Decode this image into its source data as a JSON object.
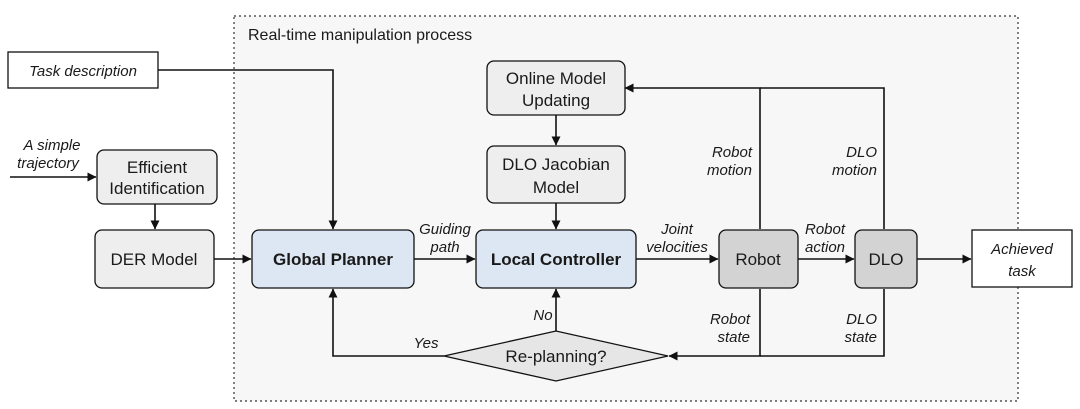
{
  "colors": {
    "process_bg": "#f7f7f7",
    "box_fill": "#eeeeee",
    "blue_fill": "#dde6f3",
    "dark_fill": "#d3d3d3",
    "white_fill": "#ffffff",
    "stroke": "#111111"
  },
  "process": {
    "title": "Real-time manipulation process"
  },
  "nodes": {
    "task_description": "Task description",
    "efficient_identification": [
      "Efficient",
      "Identification"
    ],
    "der_model": "DER Model",
    "global_planner": "Global Planner",
    "online_model_updating": [
      "Online Model",
      "Updating"
    ],
    "dlo_jacobian_model": [
      "DLO Jacobian",
      "Model"
    ],
    "local_controller": "Local Controller",
    "robot": "Robot",
    "dlo": "DLO",
    "achieved_task": [
      "Achieved",
      "task"
    ],
    "replanning": "Re-planning?"
  },
  "edge_labels": {
    "simple_trajectory": [
      "A simple",
      "trajectory"
    ],
    "guiding_path": [
      "Guiding",
      "path"
    ],
    "joint_velocities": [
      "Joint",
      "velocities"
    ],
    "robot_motion": [
      "Robot",
      "motion"
    ],
    "dlo_motion": [
      "DLO",
      "motion"
    ],
    "robot_action": [
      "Robot",
      "action"
    ],
    "robot_state": [
      "Robot",
      "state"
    ],
    "dlo_state": [
      "DLO",
      "state"
    ],
    "no": "No",
    "yes": "Yes"
  }
}
